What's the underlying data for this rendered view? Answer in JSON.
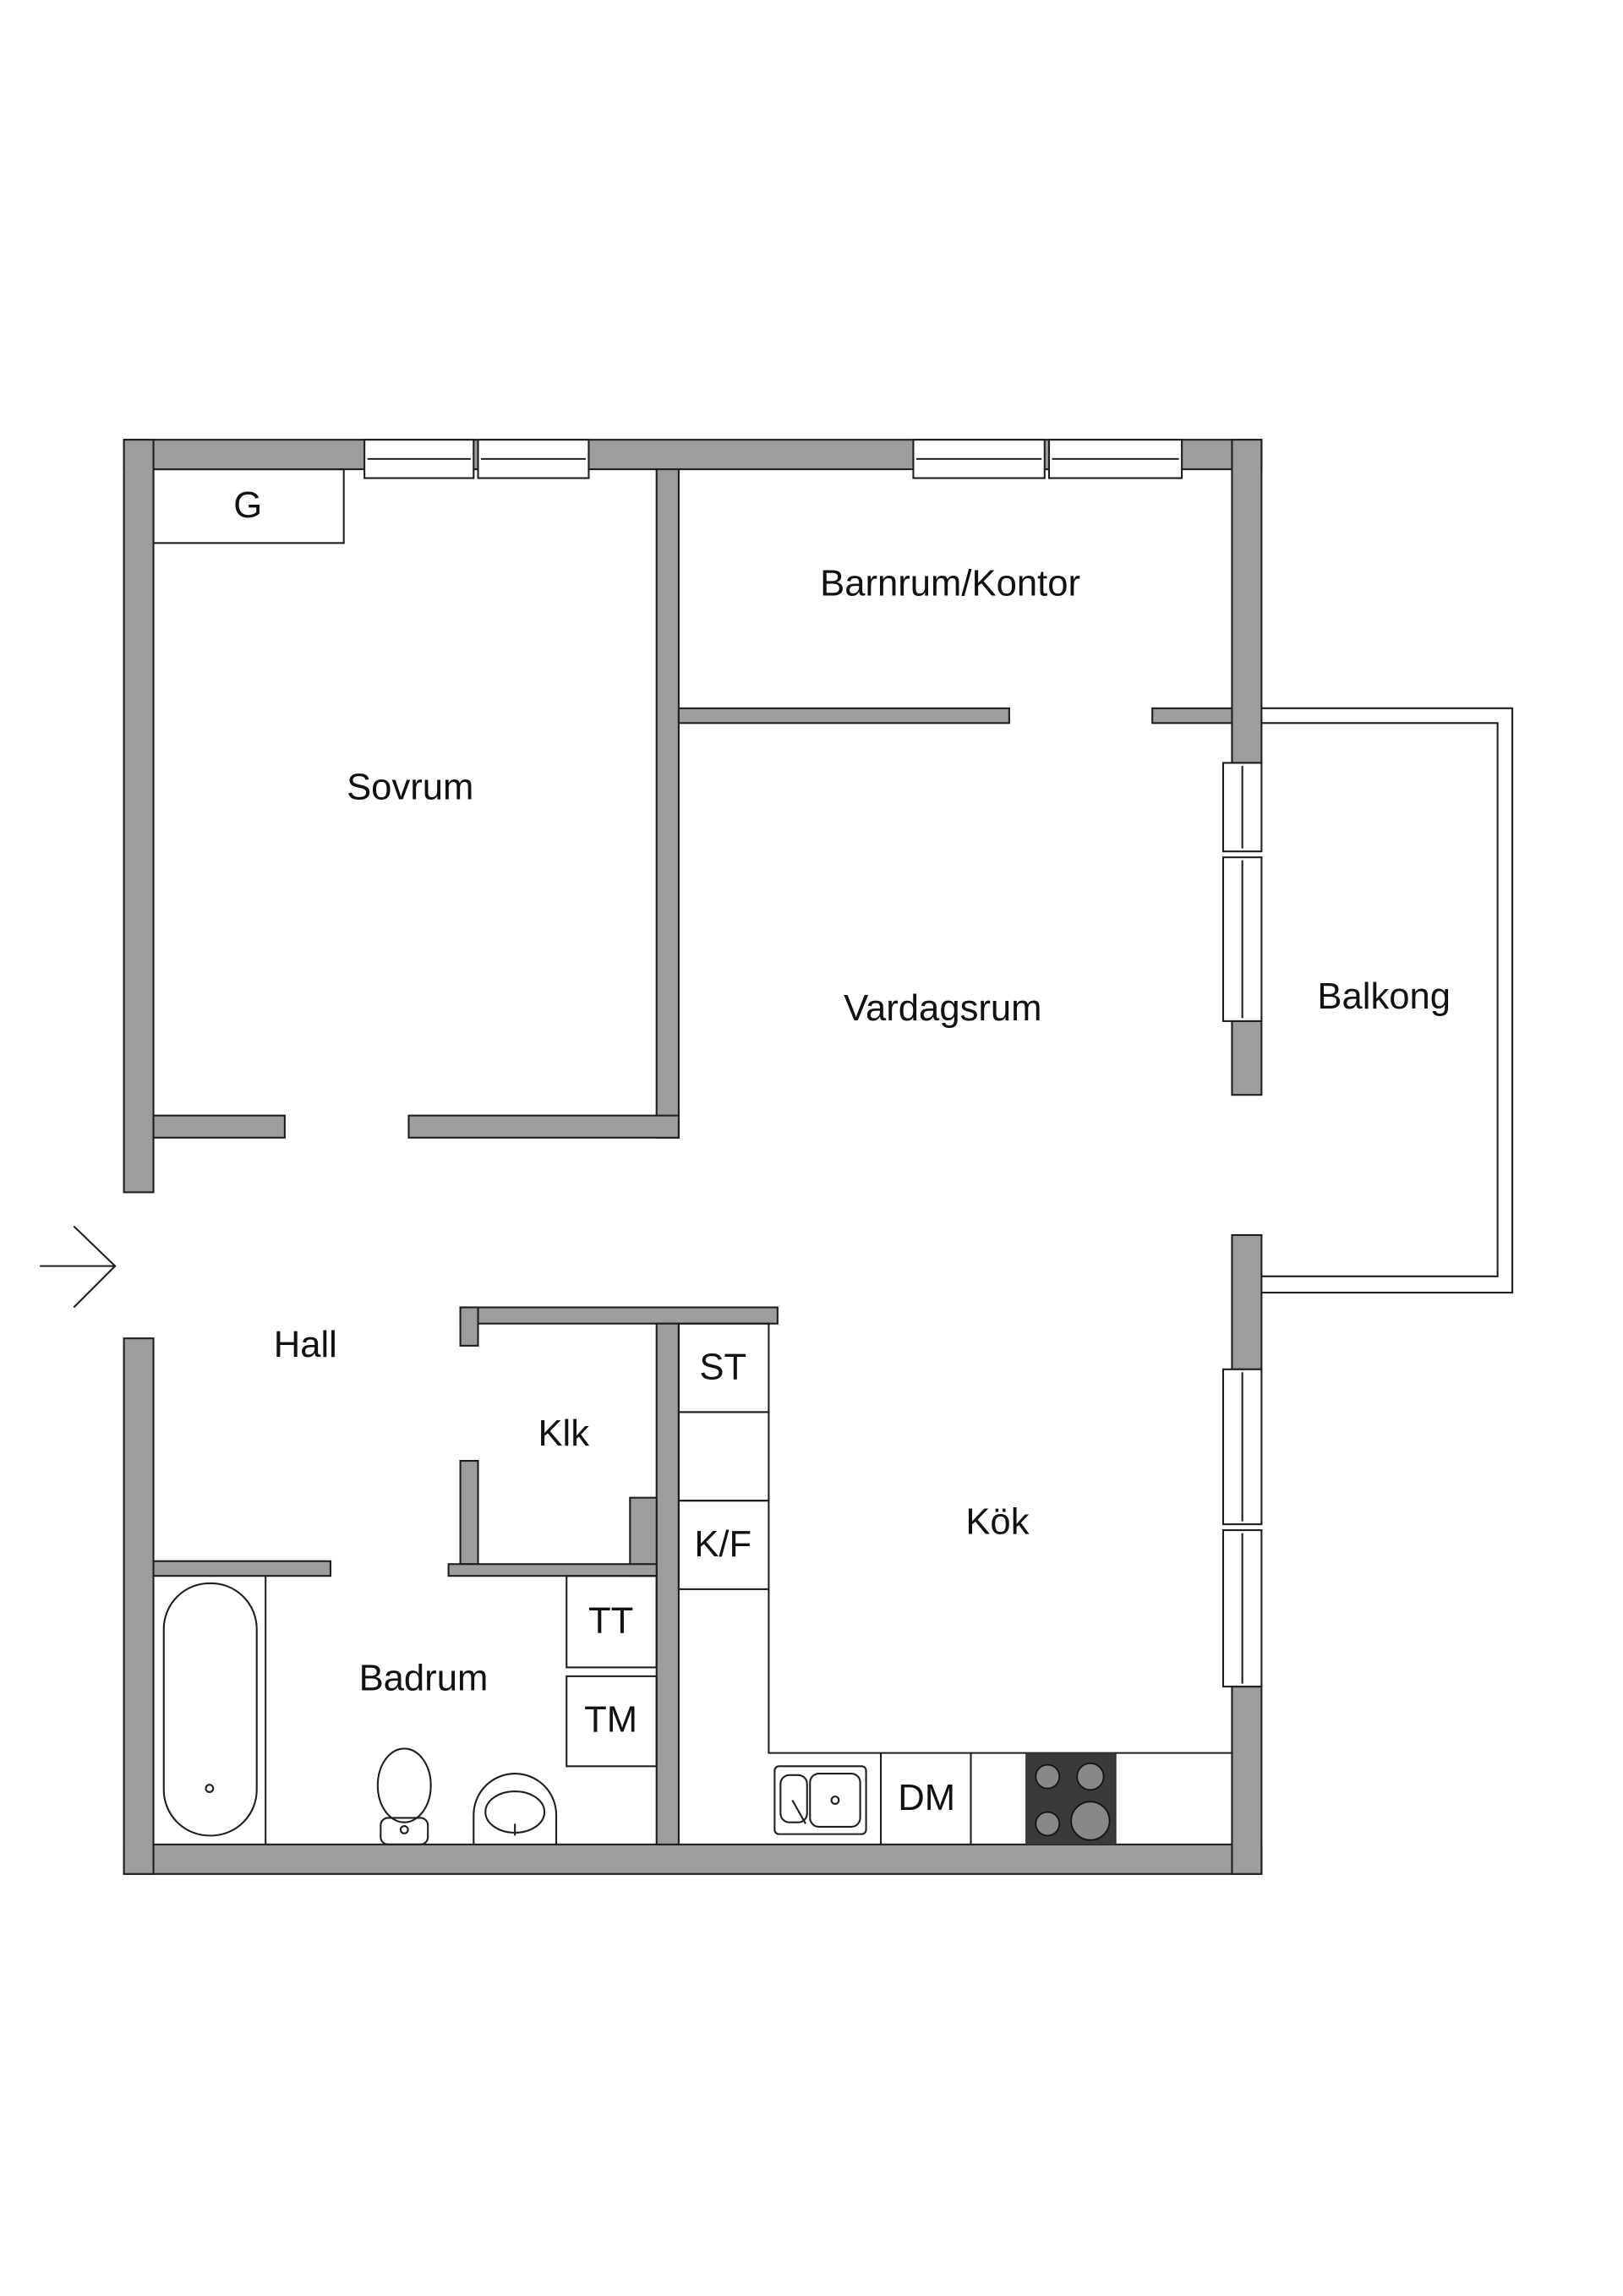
{
  "colors": {
    "wall": "#9d9d9d",
    "line": "#1e1e1e",
    "stove": "#3a3a3a",
    "background": "#ffffff"
  },
  "rooms": {
    "g": "G",
    "barnrum": "Barnrum/Kontor",
    "sovrum": "Sovrum",
    "vardagsrum": "Vardagsrum",
    "balkong": "Balkong",
    "hall": "Hall",
    "klk": "Klk",
    "kok": "Kök",
    "badrum": "Badrum"
  },
  "fixtures": {
    "st": "ST",
    "kf": "K/F",
    "tt": "TT",
    "tm": "TM",
    "dm": "DM"
  },
  "icons": {
    "entrance": "entrance-arrow-icon",
    "bathtub": "bathtub-icon",
    "toilet": "toilet-icon",
    "sink": "sink-icon",
    "kitchen_sink": "kitchen-sink-icon",
    "stove": "stove-icon"
  }
}
